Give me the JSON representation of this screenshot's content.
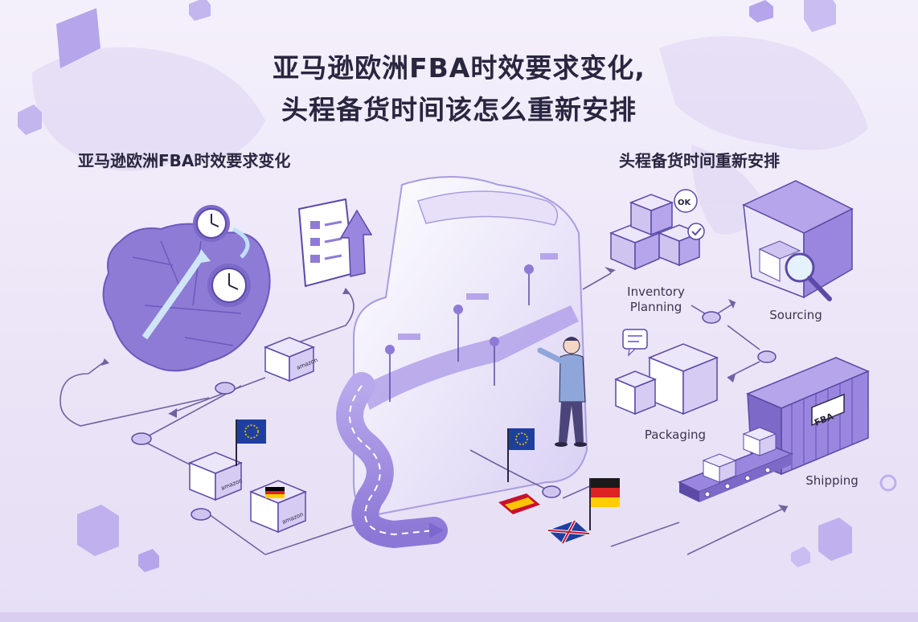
{
  "title": {
    "line1": "亚马逊欧洲FBA时效要求变化,",
    "line2": "头程备货时间该怎么重新安排"
  },
  "left_section": {
    "heading": "亚马逊欧洲FBA时效要求变化",
    "box_brand": "amazon"
  },
  "right_section": {
    "heading": "头程备货时间重新安排",
    "steps": [
      {
        "label": "Inventory\nPlanning"
      },
      {
        "label": "Sourcing"
      },
      {
        "label": "Packaging"
      },
      {
        "label": "Shipping"
      }
    ],
    "ok_badge": "OK",
    "container_label": "FBA"
  },
  "colors": {
    "accent": "#8f7ad8",
    "light_accent": "#cfc4ef",
    "dark_accent": "#5b4aa6",
    "text": "#2a2640"
  }
}
